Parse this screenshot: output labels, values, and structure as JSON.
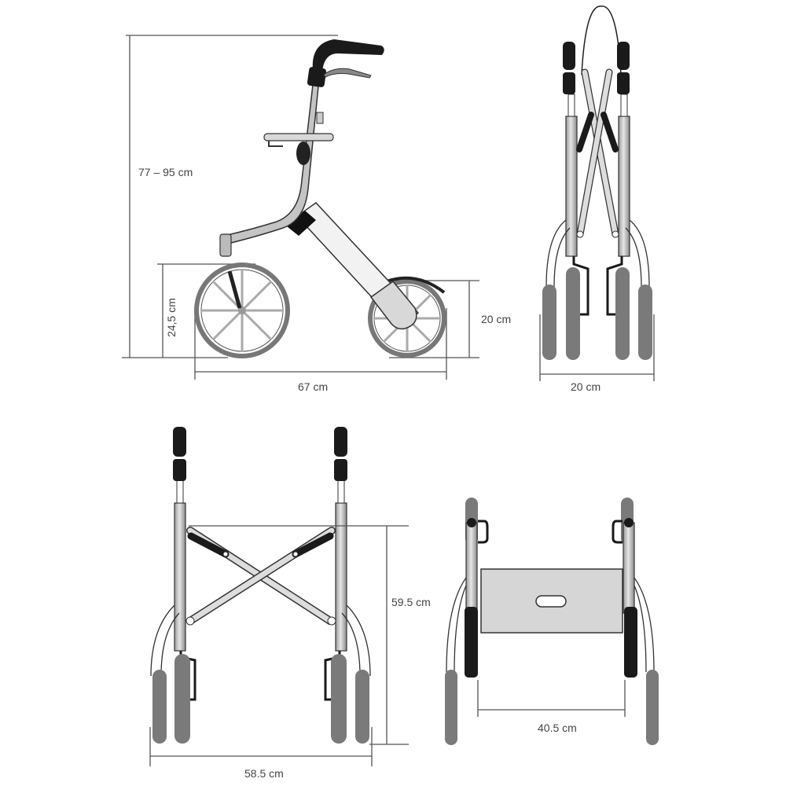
{
  "diagram": {
    "subject": "rollator walker dimension drawing",
    "views": [
      {
        "id": "side",
        "name": "Side view"
      },
      {
        "id": "folded",
        "name": "Folded view"
      },
      {
        "id": "front",
        "name": "Front view"
      },
      {
        "id": "top",
        "name": "Top view with seat"
      }
    ],
    "colors": {
      "line": "#333333",
      "dimension": "#555555",
      "frame_fill": "#c8c8c8",
      "tire": "#7a7a7a",
      "grip": "#1a1a1a",
      "seat": "#d6d6d6",
      "text": "#444444"
    }
  },
  "dimensions": {
    "side_height": "77 – 95 cm",
    "side_seat_height": "24,5 cm",
    "side_folded_depth": "20 cm",
    "side_length": "67 cm",
    "folded_width": "20 cm",
    "front_frame_height": "59.5 cm",
    "front_width": "58.5 cm",
    "top_seat_width": "40.5 cm"
  }
}
